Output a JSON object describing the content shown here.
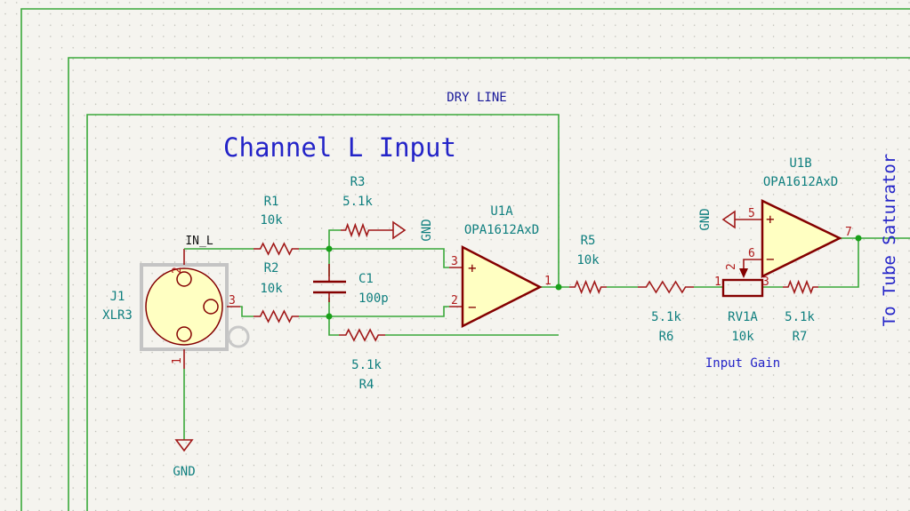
{
  "sheet": {
    "hier_label": "DRY LINE",
    "title": "Channel L Input",
    "output_label": "To Tube Saturator",
    "net_label": "IN_L"
  },
  "colors": {
    "background": "#f5f4ef",
    "wire": "#3aa83a",
    "symbol_body": "#840000",
    "symbol_fill": "#ffffc2",
    "ref_text": "#0f7f7f",
    "label_text": "#2424c8"
  },
  "components": {
    "J1": {
      "ref": "J1",
      "value": "XLR3",
      "pins": [
        "1",
        "2",
        "3"
      ]
    },
    "R1": {
      "ref": "R1",
      "value": "10k"
    },
    "R2": {
      "ref": "R2",
      "value": "10k"
    },
    "R3": {
      "ref": "R3",
      "value": "5.1k"
    },
    "R4": {
      "ref": "R4",
      "value": "5.1k"
    },
    "R5": {
      "ref": "R5",
      "value": "10k"
    },
    "R6": {
      "ref": "R6",
      "value": "5.1k"
    },
    "R7": {
      "ref": "R7",
      "value": "5.1k"
    },
    "C1": {
      "ref": "C1",
      "value": "100p"
    },
    "RV1A": {
      "ref": "RV1A",
      "value": "10k",
      "description": "Input Gain",
      "pins": [
        "1",
        "2",
        "3"
      ]
    },
    "U1A": {
      "ref": "U1A",
      "value": "OPA1612AxD",
      "pins": {
        "in_plus": "3",
        "in_minus": "2",
        "out": "1"
      }
    },
    "U1B": {
      "ref": "U1B",
      "value": "OPA1612AxD",
      "pins": {
        "in_plus": "5",
        "in_minus": "6",
        "out": "7"
      }
    }
  },
  "power": {
    "gnd": "GND"
  },
  "signs": {
    "plus": "+",
    "minus": "−"
  }
}
